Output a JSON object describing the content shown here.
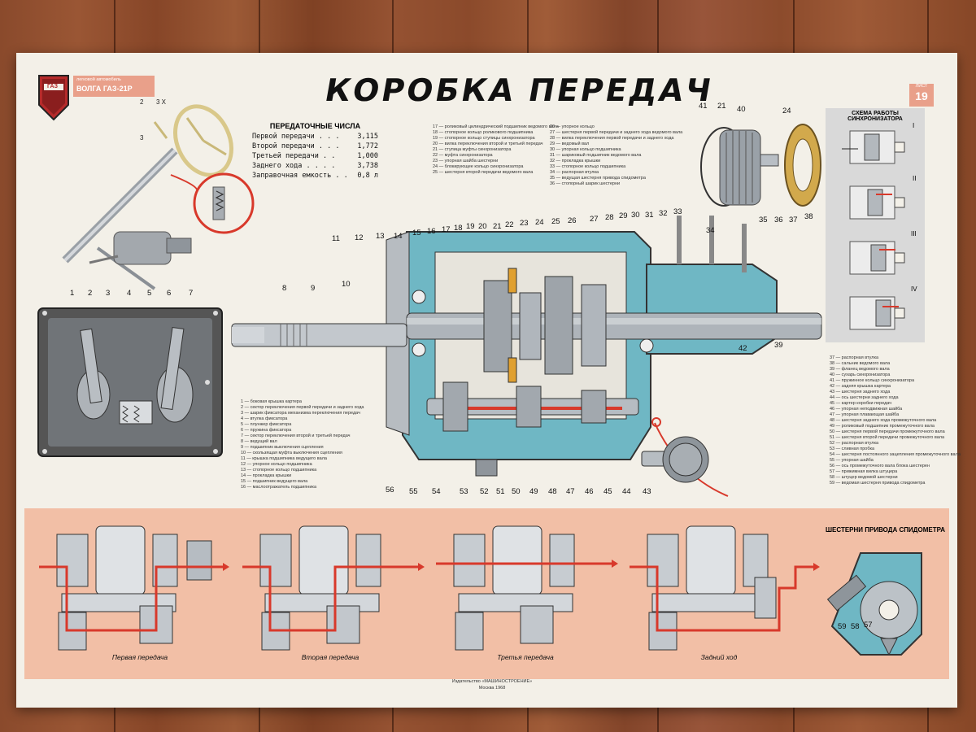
{
  "brand": {
    "line1": "легковой автомобиль",
    "line2": "ВОЛГА ГАЗ-21Р",
    "logo_text": "ГАЗ"
  },
  "title": "КОРОБКА ПЕРЕДАЧ",
  "sheet": {
    "label": "ЛИСТ",
    "number": "19"
  },
  "shift_labels": {
    "a": "2",
    "b": "3 Х",
    "c": "3"
  },
  "ratios": {
    "heading": "ПЕРЕДАТОЧНЫЕ ЧИСЛА",
    "rows": [
      {
        "label": "Первой передачи . . .",
        "value": "3,115"
      },
      {
        "label": "Второй передачи . . .",
        "value": "1,772"
      },
      {
        "label": "Третьей передачи . .",
        "value": "1,000"
      },
      {
        "label": "Заднего хода . . . .",
        "value": "3,738"
      },
      {
        "label": "Заправочная емкость . .",
        "value": "0,8 л"
      }
    ]
  },
  "legend_top_a": [
    "17 — роликовый цилиндрический подшипник ведомого вала",
    "18 — стопорное кольцо роликового подшипника",
    "19 — стопорное кольцо ступицы синхронизатора",
    "20 — вилка переключения второй и третьей передач",
    "21 — ступица муфты синхронизатора",
    "22 — муфта синхронизатора",
    "23 — упорная шайба шестерни",
    "24 — блокирующее кольцо синхронизатора",
    "25 — шестерня второй передачи ведомого вала"
  ],
  "legend_top_b": [
    "26 — упорное кольцо",
    "27 — шестерня первой передачи и заднего хода ведомого вала",
    "28 — вилка переключения первой передачи и заднего хода",
    "29 — ведомый вал",
    "30 — упорная кольцо подшипника",
    "31 — шариковый подшипник ведомого вала",
    "32 — прокладка крышки",
    "33 — стопорное кольцо подшипника",
    "34 — распорная втулка",
    "35 — ведущая шестерня привода спидометра",
    "36 — стопорный шарик шестерни"
  ],
  "legend_left": [
    "1 — боковая крышка картера",
    "2 — сектор переключения первой передачи и заднего хода",
    "3 — шарик фиксатора механизма переключения передач",
    "4 — втулка фиксатора",
    "5 — плунжер фиксатора",
    "6 — пружина фиксатора",
    "7 — сектор переключения второй и третьей передач",
    "8 — ведущий вал",
    "9 — подшипник выключения сцепления",
    "10 — скользящая муфта выключения сцепления",
    "11 — крышка подшипника ведущего вала",
    "12 — упорное кольцо подшипника",
    "13 — стопорное кольцо подшипника",
    "14 — прокладка крышки",
    "15 — подшипник ведущего вала",
    "16 — маслоотражатель подшипника"
  ],
  "legend_right": [
    "37 — распорная втулка",
    "38 — сальник ведомого вала",
    "39 — фланец ведомого вала",
    "40 — сухарь синхронизатора",
    "41 — пружинное кольцо синхронизатора",
    "42 — задняя крышка картера",
    "43 — шестерня заднего хода",
    "44 — ось шестерни заднего хода",
    "45 — картер коробки передач",
    "46 — упорная неподвижная шайба",
    "47 — упорная плавающая шайба",
    "48 — шестерня заднего хода промежуточного вала",
    "49 — роликовый подшипник промежуточного вала",
    "50 — шестерня первой передачи промежуточного вала",
    "51 — шестерня второй передачи промежуточного вала",
    "52 — распорная втулка",
    "53 — сливная пробка",
    "54 — шестерня постоянного зацепления промежуточного вала",
    "55 — упорная шайба",
    "56 — ось промежуточного вала блока шестерен",
    "57 — прижимная вилка штуцера",
    "58 — штуцер ведомой шестерни",
    "59 — ведомая шестерня привода спидометра"
  ],
  "sync": {
    "heading": "СХЕМА РАБОТЫ СИНХРОНИЗАТОРА",
    "steps": [
      "I",
      "II",
      "III",
      "IV"
    ]
  },
  "speedo": {
    "heading": "ШЕСТЕРНИ ПРИВОДА СПИДОМЕТРА",
    "labels": [
      "59",
      "58",
      "57"
    ]
  },
  "gears": [
    {
      "caption": "Первая передача"
    },
    {
      "caption": "Вторая передача"
    },
    {
      "caption": "Третья передача"
    },
    {
      "caption": "Задний ход"
    }
  ],
  "publisher": {
    "line1": "Издательство «МАШИНОСТРОЕНИЕ»",
    "line2": "Москва 1968"
  },
  "colors": {
    "cyan": "#6fb7c4",
    "band": "#f2bfa6",
    "red": "#d8392b",
    "steel": "#b9bfc5"
  }
}
